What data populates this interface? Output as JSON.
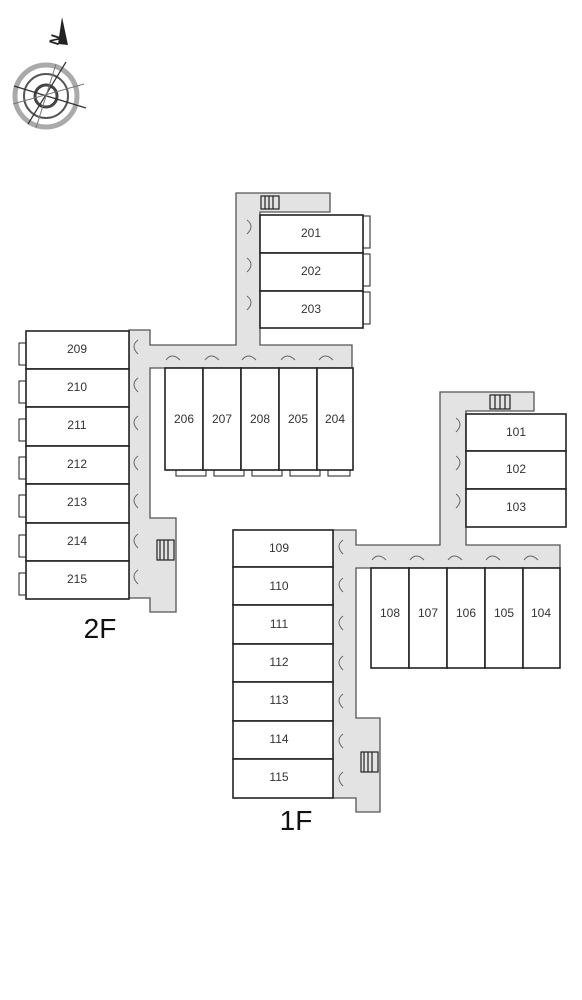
{
  "north_label": "N",
  "floor_2": {
    "label": "2F",
    "units": [
      {
        "id": "u201",
        "label": "201"
      },
      {
        "id": "u202",
        "label": "202"
      },
      {
        "id": "u203",
        "label": "203"
      },
      {
        "id": "u206",
        "label": "206"
      },
      {
        "id": "u207",
        "label": "207"
      },
      {
        "id": "u208",
        "label": "208"
      },
      {
        "id": "u205",
        "label": "205"
      },
      {
        "id": "u204",
        "label": "204"
      },
      {
        "id": "u209",
        "label": "209"
      },
      {
        "id": "u210",
        "label": "210"
      },
      {
        "id": "u211",
        "label": "211"
      },
      {
        "id": "u212",
        "label": "212"
      },
      {
        "id": "u213",
        "label": "213"
      },
      {
        "id": "u214",
        "label": "214"
      },
      {
        "id": "u215",
        "label": "215"
      }
    ]
  },
  "floor_1": {
    "label": "1F",
    "units": [
      {
        "id": "u101",
        "label": "101"
      },
      {
        "id": "u102",
        "label": "102"
      },
      {
        "id": "u103",
        "label": "103"
      },
      {
        "id": "u108",
        "label": "108"
      },
      {
        "id": "u107",
        "label": "107"
      },
      {
        "id": "u106",
        "label": "106"
      },
      {
        "id": "u105",
        "label": "105"
      },
      {
        "id": "u104",
        "label": "104"
      },
      {
        "id": "u109",
        "label": "109"
      },
      {
        "id": "u110",
        "label": "110"
      },
      {
        "id": "u111",
        "label": "111"
      },
      {
        "id": "u112",
        "label": "112"
      },
      {
        "id": "u113",
        "label": "113"
      },
      {
        "id": "u114",
        "label": "114"
      },
      {
        "id": "u115",
        "label": "115"
      }
    ]
  }
}
